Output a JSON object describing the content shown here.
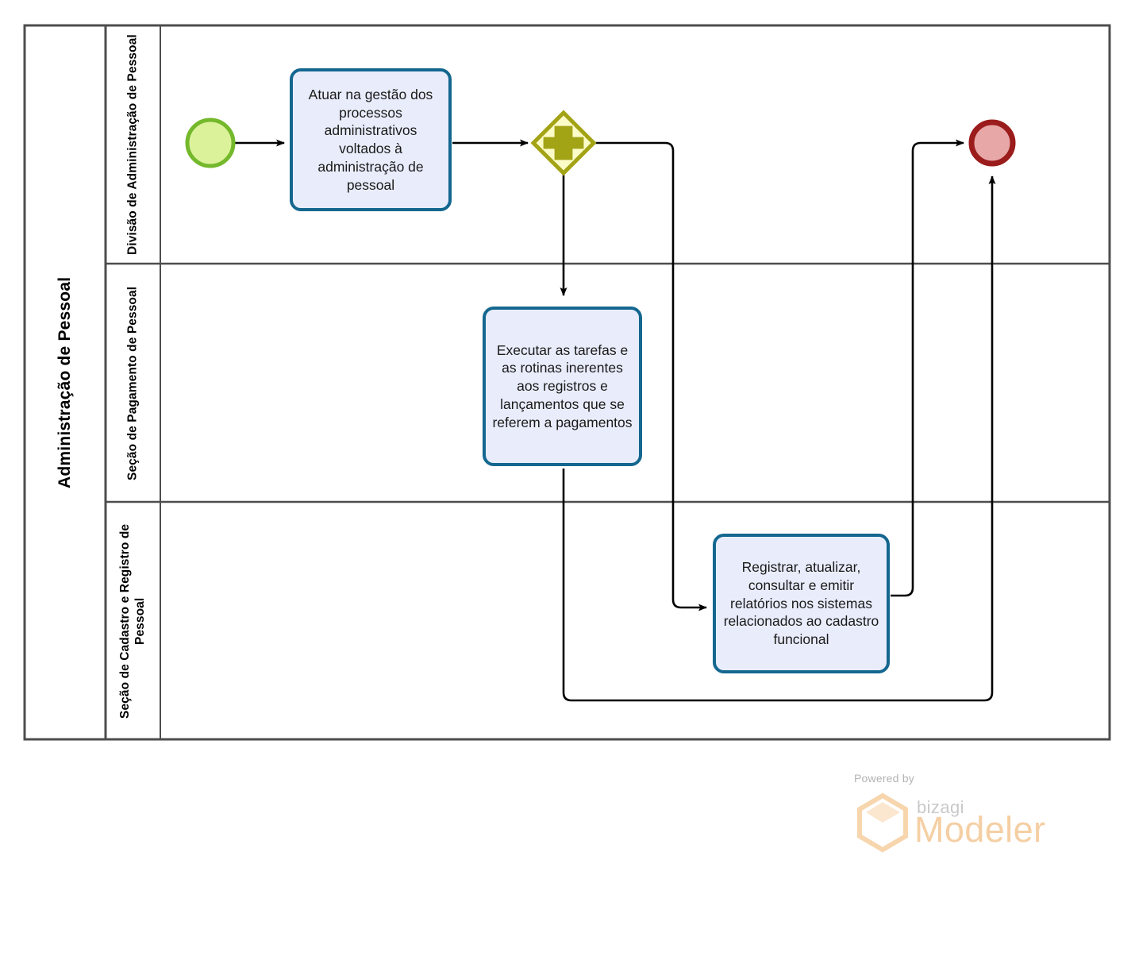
{
  "diagram": {
    "type": "bpmn-process-diagram",
    "pool": {
      "label": "Administração de Pessoal"
    },
    "lanes": [
      {
        "id": "lane-divisao",
        "label": "Divisão de Administração de Pessoal"
      },
      {
        "id": "lane-pagamento",
        "label": "Seção de Pagamento de Pessoal"
      },
      {
        "id": "lane-cadastro",
        "label": "Seção de Cadastro e Registro de Pessoal"
      }
    ],
    "events": [
      {
        "id": "start-event",
        "name": "start-event",
        "kind": "start",
        "fill": "#dbf29a",
        "stroke": "#74b82b"
      },
      {
        "id": "end-event",
        "name": "end-event",
        "kind": "end",
        "fill": "#e8a7a7",
        "stroke": "#9b1c1c"
      }
    ],
    "gateways": [
      {
        "id": "parallel-gateway",
        "kind": "parallel",
        "symbol": "+",
        "fill": "#fcfcc8",
        "stroke": "#a3a316"
      }
    ],
    "tasks": [
      {
        "id": "task-1",
        "lane": "lane-divisao",
        "label": "Atuar na gestão dos processos administrativos voltados à administração de pessoal"
      },
      {
        "id": "task-2",
        "lane": "lane-pagamento",
        "label": "Executar as tarefas e as rotinas inerentes aos registros e lançamentos  que se referem a pagamentos"
      },
      {
        "id": "task-3",
        "lane": "lane-cadastro",
        "label": "Registrar, atualizar, consultar e emitir relatórios nos sistemas relacionados ao cadastro funcional"
      }
    ],
    "flows": [
      {
        "from": "start-event",
        "to": "task-1"
      },
      {
        "from": "task-1",
        "to": "parallel-gateway"
      },
      {
        "from": "parallel-gateway",
        "to": "task-2"
      },
      {
        "from": "parallel-gateway",
        "to": "task-3"
      },
      {
        "from": "task-2",
        "to": "end-event"
      },
      {
        "from": "task-3",
        "to": "end-event"
      }
    ],
    "colors": {
      "task_fill": "#e9edfb",
      "task_stroke": "#14678f",
      "pool_stroke": "#4d4d4d",
      "flow_stroke": "#000000"
    }
  },
  "watermark": {
    "powered_by": "Powered by",
    "brand": "bizagi",
    "product": "Modeler",
    "brand_color": "#f5cfa4"
  }
}
